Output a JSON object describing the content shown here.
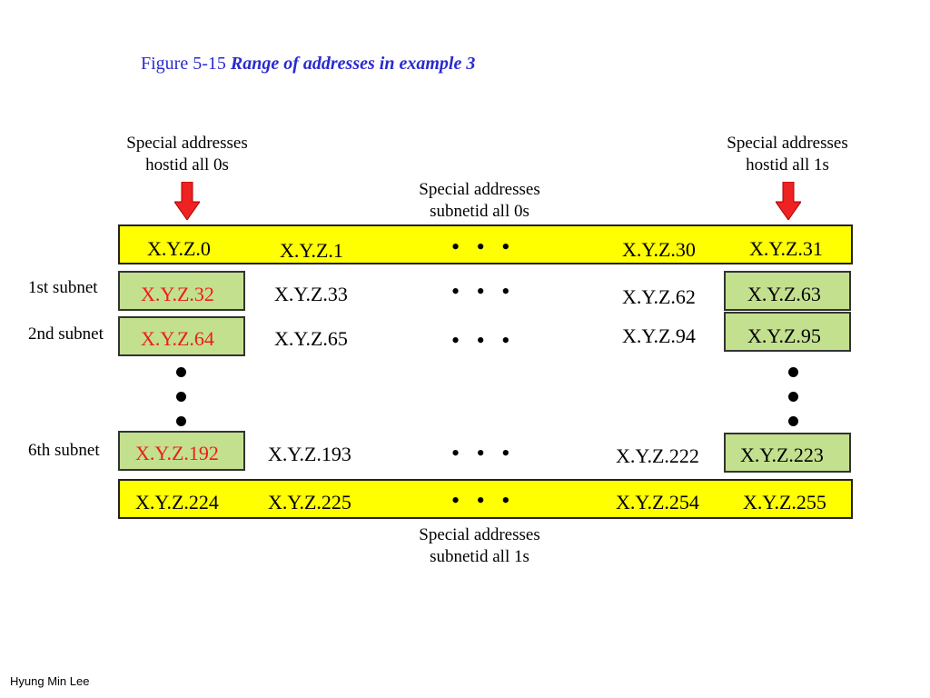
{
  "caption": {
    "figure": "Figure  5-15",
    "title": "Range of addresses in example 3"
  },
  "colors": {
    "caption": "#2a2ad0",
    "band": "#ffff00",
    "subnet_box": "#c3e08f",
    "red_text": "#ee1c1c",
    "arrow": "#ee2222"
  },
  "labels": {
    "hostid_zero": [
      "Special addresses",
      "hostid all 0s"
    ],
    "hostid_ones": [
      "Special addresses",
      "hostid all 1s"
    ],
    "subnetid_zero": [
      "Special addresses",
      "subnetid all 0s"
    ],
    "subnetid_ones": [
      "Special addresses",
      "subnetid all 1s"
    ]
  },
  "subnets": [
    "1st subnet",
    "2nd subnet",
    "6th subnet"
  ],
  "rows": {
    "top": [
      "X.Y.Z.0",
      "X.Y.Z.1",
      "• • •",
      "X.Y.Z.30",
      "X.Y.Z.31"
    ],
    "s1": [
      "X.Y.Z.32",
      "X.Y.Z.33",
      "• • •",
      "X.Y.Z.62",
      "X.Y.Z.63"
    ],
    "s2": [
      "X.Y.Z.64",
      "X.Y.Z.65",
      "• • •",
      "X.Y.Z.94",
      "X.Y.Z.95"
    ],
    "s6": [
      "X.Y.Z.192",
      "X.Y.Z.193",
      "• • •",
      "X.Y.Z.222",
      "X.Y.Z.223"
    ],
    "bottom": [
      "X.Y.Z.224",
      "X.Y.Z.225",
      "• • •",
      "X.Y.Z.254",
      "X.Y.Z.255"
    ]
  },
  "footer": "Hyung Min Lee"
}
